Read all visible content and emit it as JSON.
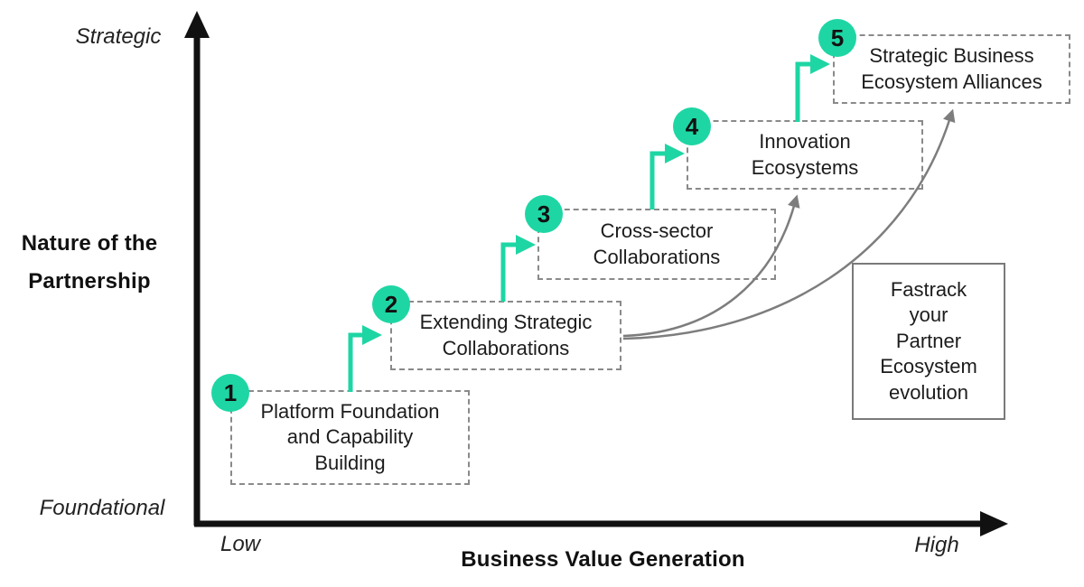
{
  "diagram": {
    "y_axis": {
      "title": "Nature of the\nPartnership",
      "top_label": "Strategic",
      "bottom_label": "Foundational"
    },
    "x_axis": {
      "title": "Business Value Generation",
      "left_label": "Low",
      "right_label": "High"
    },
    "stages": [
      {
        "number": "1",
        "label": "Platform Foundation\nand Capability\nBuilding"
      },
      {
        "number": "2",
        "label": "Extending Strategic\nCollaborations"
      },
      {
        "number": "3",
        "label": "Cross-sector\nCollaborations"
      },
      {
        "number": "4",
        "label": "Innovation\nEcosystems"
      },
      {
        "number": "5",
        "label": "Strategic Business\nEcosystem Alliances"
      }
    ],
    "callout": {
      "label": "Fastrack\nyour\nPartner\nEcosystem\nevolution"
    },
    "colors": {
      "accent_teal": "#1ed6a4",
      "axis_black": "#111111",
      "dashed_border_gray": "#8a8a8a",
      "curve_gray": "#7d7d7d",
      "callout_border_gray": "#7a7a7a"
    }
  }
}
